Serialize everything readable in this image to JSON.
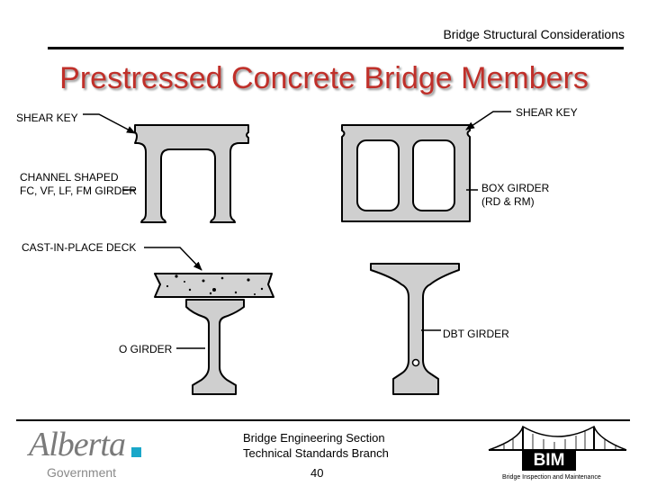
{
  "header": {
    "title": "Bridge Structural Considerations"
  },
  "slide": {
    "title": "Prestressed Concrete Bridge Members"
  },
  "labels": {
    "shear_key_left": "SHEAR KEY",
    "shear_key_right": "SHEAR KEY",
    "channel_line1": "CHANNEL SHAPED",
    "channel_line2": "FC, VF, LF, FM GIRDER",
    "box_line1": "BOX GIRDER",
    "box_line2": "(RD & RM)",
    "deck": "CAST-IN-PLACE DECK",
    "dbt": "DBT GIRDER",
    "o_girder": "O GIRDER"
  },
  "footer": {
    "line1": "Bridge Engineering Section",
    "line2": "Technical Standards Branch",
    "page": "40",
    "logo_word": "Alberta",
    "logo_sub": "Government",
    "bim": "BIM",
    "bim_caption": "Bridge Inspection and Maintenance"
  },
  "colors": {
    "title": "#c0302a",
    "concrete": "#cfcfcf",
    "outline": "#000000",
    "alberta_accent": "#1aa7c9"
  }
}
